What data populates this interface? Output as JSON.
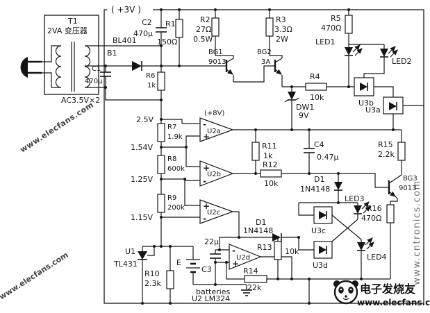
{
  "rail_label": "( +3V )",
  "transformer": {
    "ref": "T1",
    "desc": "2VA 变压器",
    "secondary": "AC3.5V×2"
  },
  "rectifier": {
    "ref": "BL401",
    "sub": "B1"
  },
  "capacitors": {
    "c1": {
      "ref": "C1",
      "value": "470μ"
    },
    "c2": {
      "ref": "C2",
      "value": "470μ"
    },
    "c3": {
      "ref": "C3",
      "value": "22μ"
    },
    "c4": {
      "ref": "C4",
      "value": "0.47μ"
    }
  },
  "resistors": {
    "r1": {
      "ref": "R1",
      "value": "150Ω"
    },
    "r2": {
      "ref": "R2",
      "value": "27Ω",
      "power": "0.5W"
    },
    "r3": {
      "ref": "R3",
      "value": "3.3Ω",
      "power": "2W"
    },
    "r4": {
      "ref": "R4",
      "value": "10k"
    },
    "r5": {
      "ref": "R5",
      "value": "470Ω"
    },
    "r6": {
      "ref": "R6",
      "value": "1k"
    },
    "r7": {
      "ref": "R7",
      "value": "1.9k"
    },
    "r8": {
      "ref": "R8",
      "value": "600k"
    },
    "r9": {
      "ref": "R9",
      "value": "200k"
    },
    "r10": {
      "ref": "R10",
      "value": "2.3k"
    },
    "r11": {
      "ref": "R11",
      "value": "1k"
    },
    "r12": {
      "ref": "R12",
      "value": "10k"
    },
    "r13": {
      "ref": "R13",
      "value": "10k"
    },
    "r14": {
      "ref": "R14",
      "value": "22k"
    },
    "r15": {
      "ref": "R15",
      "value": "2.2k"
    },
    "r16": {
      "ref": "R16",
      "value": "470Ω"
    }
  },
  "transistors": {
    "bg1": {
      "ref": "BG1",
      "value": "9013"
    },
    "bg2": {
      "ref": "BG2",
      "value": "3A"
    },
    "bg3": {
      "ref": "BG3",
      "value": "9013"
    }
  },
  "diodes": {
    "dw1": {
      "ref": "DW1",
      "value": "9V"
    },
    "d1_upper": {
      "ref": "D1",
      "value": "1N4148"
    },
    "d1_lower": {
      "ref": "D1",
      "value": "1N4148"
    }
  },
  "leds": {
    "led1": "LED1",
    "led2": "LED2",
    "led3": "LED3",
    "led4": "LED4"
  },
  "optocouplers": {
    "u3a": "U3a",
    "u3b": "U3b",
    "u3c": "U3c",
    "u3d": "U3d"
  },
  "opamps": {
    "u2a": "U2a",
    "u2b": "U2b",
    "u2c": "U2c",
    "u2d": "U2d",
    "supply": "(+8V)",
    "chip": "U2 LM324",
    "plus": "+",
    "minus": "-"
  },
  "regulator": {
    "ref": "U1",
    "value": "TL431"
  },
  "battery": {
    "label": "E",
    "caption": "batteries"
  },
  "test_voltages": {
    "v1": "2.5V",
    "v2": "1.54V",
    "v3": "1.25V",
    "v4": "1.15V"
  },
  "watermark": {
    "text": "www.elecfans.com",
    "side_text": "www.cntronics.com",
    "color": "#e8353d"
  },
  "logo": {
    "brand": "电子发烧友",
    "url": "www.elecfans.com",
    "url_color": "#009944"
  }
}
